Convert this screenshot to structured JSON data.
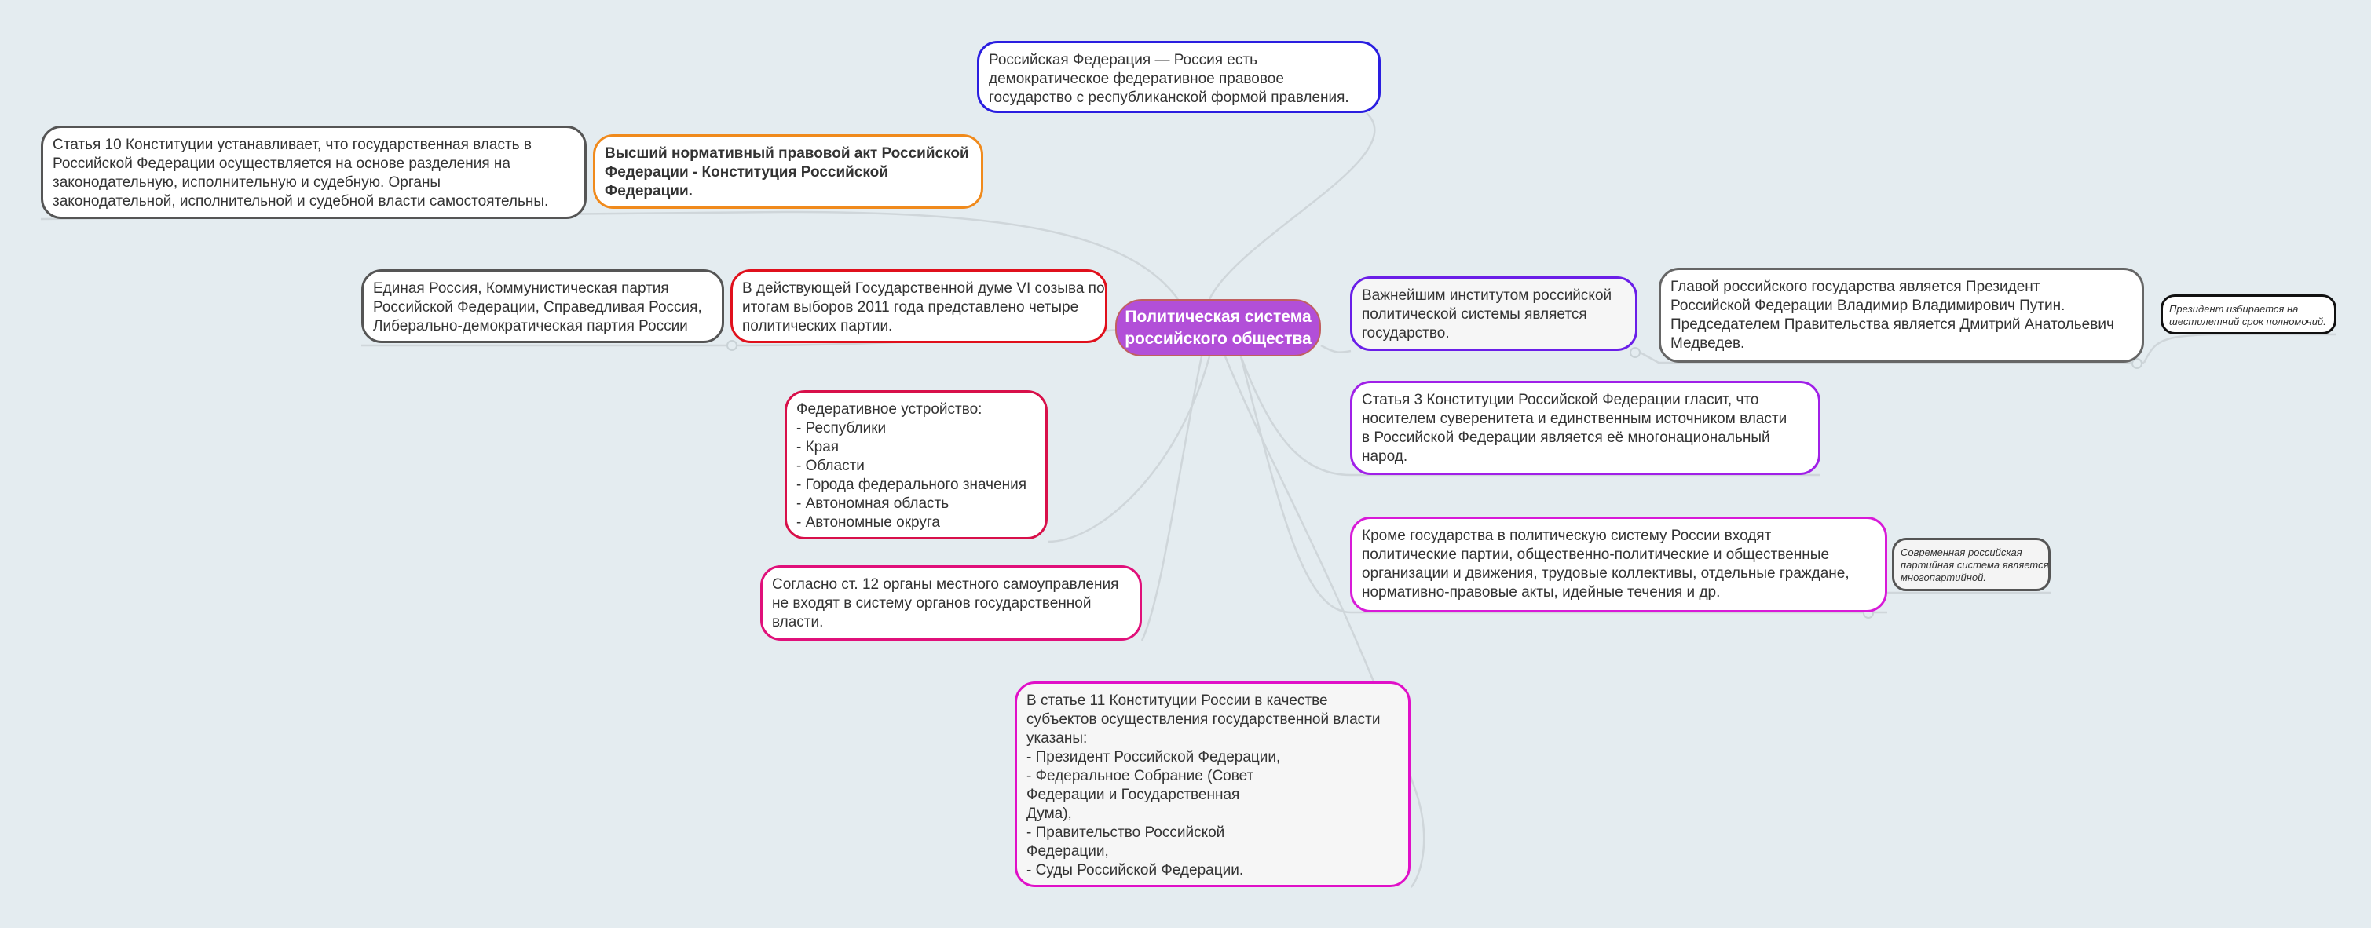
{
  "central": {
    "label": "Политическая система\nроссийского общества",
    "color": "#b24fd8"
  },
  "nodes": [
    {
      "id": "rf-definition",
      "text": "Российская Федерация — Россия есть\nдемократическое федеративное правовое\nгосударство с республиканской формой правления.",
      "color": "#2a1ee0"
    },
    {
      "id": "article10",
      "text": "Статья 10 Конституции устанавливает, что государственная власть в\nРоссийской Федерации осуществляется на основе разделения на\nзаконодательную, исполнительную и судебную. Органы\nзаконодательной, исполнительной и судебной власти самостоятельны.",
      "color": "#555555"
    },
    {
      "id": "constitution",
      "text": "Высший нормативный правовой акт Российской\nФедерации - Конституция Российской\nФедерации.",
      "color": "#f08a1c"
    },
    {
      "id": "parties",
      "text": "Единая Россия, Коммунистическая партия\nРоссийской Федерации, Справедливая Россия,\nЛиберально-демократическая партия России",
      "color": "#555555"
    },
    {
      "id": "duma",
      "text": "В действующей Государственной думе VI созыва по\nитогам выборов 2011 года представлено четыре\nполитических партии.",
      "color": "#e0101c"
    },
    {
      "id": "state-institute",
      "text": "Важнейшим институтом российской\nполитической системы является\nгосударство.",
      "color": "#6a1ee8"
    },
    {
      "id": "head-of-state",
      "text": "Главой российского государства является Президент\nРоссийской Федерации Владимир Владимирович Путин.\nПредседателем Правительства является Дмитрий Анатольевич\nМедведев.",
      "color": "#666666"
    },
    {
      "id": "president-term",
      "text": "Президент избирается на\nшестилетний срок полномочий.",
      "color": "#111111"
    },
    {
      "id": "article3",
      "text": "Статья 3 Конституции Российской Федерации гласит, что\nносителем суверенитета и единственным источником власти\nв Российской Федерации является её многонациональный\nнарод.",
      "color": "#a020e8"
    },
    {
      "id": "federative",
      "text": "Федеративное устройство:\n- Республики\n- Края\n- Области\n- Города федерального значения\n- Автономная область\n- Автономные округа",
      "color": "#d8104a"
    },
    {
      "id": "political-system-parts",
      "text": "Кроме государства в политическую систему России входят\nполитические партии, общественно-политические и общественные\nорганизации и движения, трудовые коллективы, отдельные граждане,\nнормативно-правовые акты, идейные течения и др.",
      "color": "#d81ad8"
    },
    {
      "id": "multiparty",
      "text": "Современная российская\nпартийная система является\nмногопартийной.",
      "color": "#555555"
    },
    {
      "id": "local-government",
      "text": "Согласно ст. 12 органы местного самоуправления\nне входят в систему органов государственной\nвласти.",
      "color": "#e0107a"
    },
    {
      "id": "article11",
      "text": "В статье 11 Конституции России в качестве\nсубъектов осуществления государственной власти\nуказаны:\n- Президент Российской Федерации,\n- Федеральное Собрание (Совет\nФедерации и Государственная\nДума),\n- Правительство Российской\nФедерации,\n- Суды Российской Федерации.",
      "color": "#e010c8"
    }
  ]
}
